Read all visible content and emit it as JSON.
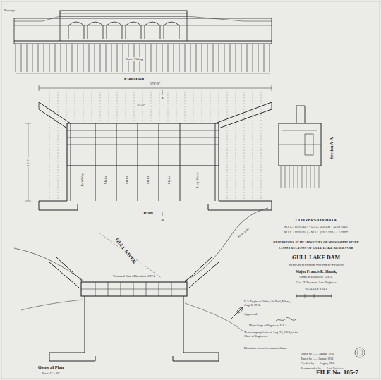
{
  "diagram": {
    "title": "GULL LAKE DAM",
    "labels": [
      "Elevation",
      "Plan",
      "Section A-A",
      "General Plan",
      "Scale 1\" = 20'",
      "Fish Way",
      "Sluice",
      "Sluice",
      "Sluice",
      "Sluice",
      "Log Sluice",
      "GULL RIVER",
      "Trimmed Water Elevation 1197.0",
      "Sheet Piling",
      "Passage",
      "A",
      "A",
      "CONVERSION DATA",
      "M.S.L. (1929 ADJ.) = U.S.E. DATUM + 42.38 FEET",
      "M.S.L. (1929 ADJ.) = M.S.L. (1912 ADJ.) + .1 FEET",
      "RESERVOIRS AT HEADWATERS OF MISSISSIPPI RIVER",
      "CONSTRUCTION OF GULL LAKE RESERVOIR",
      "PREPARED UNDER THE DIRECTION OF",
      "Major Francis R. Shunk,",
      "Corps of Engineers, U.S.A.",
      "Geo. H. Freeman, Asst. Engineer",
      "SCALE OF FEET",
      "U.S. Engineer Office, St. Paul, Minn., Aug. 8, 1910.",
      "Approved:",
      "Major Corps of Engineers, U.S.A.",
      "To accompany letter of Aug. 25, 1910, to the Chief of Engineers.",
      "Elevations referred to assumed datum",
      "Drawn by ........ August, 1910",
      "Traced by ....... August, 1910",
      "Checked by ...... August, 1910",
      "Recommended by ...... Asst. Engineer",
      "FILE No. 105-7",
      "176'-0\"",
      "16'-0\"",
      "Shore Line",
      "84'-0\""
    ]
  }
}
